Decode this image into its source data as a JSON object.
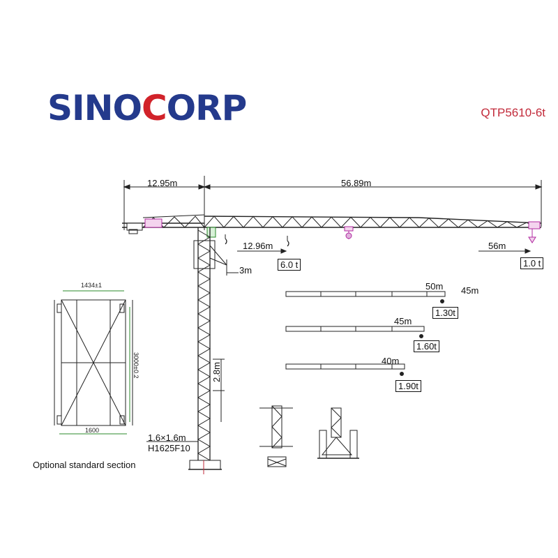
{
  "header": {
    "logo_text": "SINOCORP",
    "model": "QTP5610-6t"
  },
  "dimensions": {
    "counter_jib": "12.95m",
    "main_jib": "56.89m",
    "radius_max_load": "12.96m",
    "max_load": "6.0 t",
    "radius_tip": "56m",
    "tip_load": "1.0 t",
    "cab_height": "3m",
    "section_height": "2.8m",
    "mast_size": "1.6×1.6m",
    "mast_code": "H1625F10"
  },
  "jib_variants": [
    {
      "length": "50m",
      "extra": "45m",
      "load": "1.30t"
    },
    {
      "length": "45m",
      "extra": "",
      "load": "1.60t"
    },
    {
      "length": "40m",
      "extra": "",
      "load": "1.90t"
    }
  ],
  "section_detail": {
    "width_top": "1434±1",
    "height": "3000±0.2",
    "width_bottom": "1600",
    "caption": "Optional standard section"
  }
}
